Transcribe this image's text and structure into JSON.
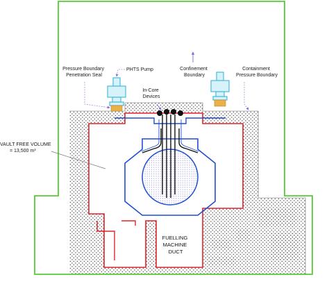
{
  "labels": {
    "pressure_seal": [
      "Pressure Boundary",
      "Penetration Seal"
    ],
    "phts_pump": "PHTS Pump",
    "confinement": [
      "Confinement",
      "Boundary"
    ],
    "containment": [
      "Containment",
      "Pressure Boundary"
    ],
    "in_core": [
      "In-Core",
      "Devices"
    ],
    "vault_volume": [
      "VAULT FREE VOLUME",
      "= 13,500 m³"
    ],
    "fuelling_duct": [
      "FUELLING",
      "MACHINE",
      "DUCT"
    ]
  },
  "colors": {
    "confinement": "#55cc33",
    "containment": "#e0232a",
    "pressure": "#1e4fd0",
    "leader_pink": "#b98ad6",
    "pump": "#38b6d8",
    "seal": "#e8b14a",
    "concrete_dot": "#555555",
    "core": "#4b4bd1"
  }
}
